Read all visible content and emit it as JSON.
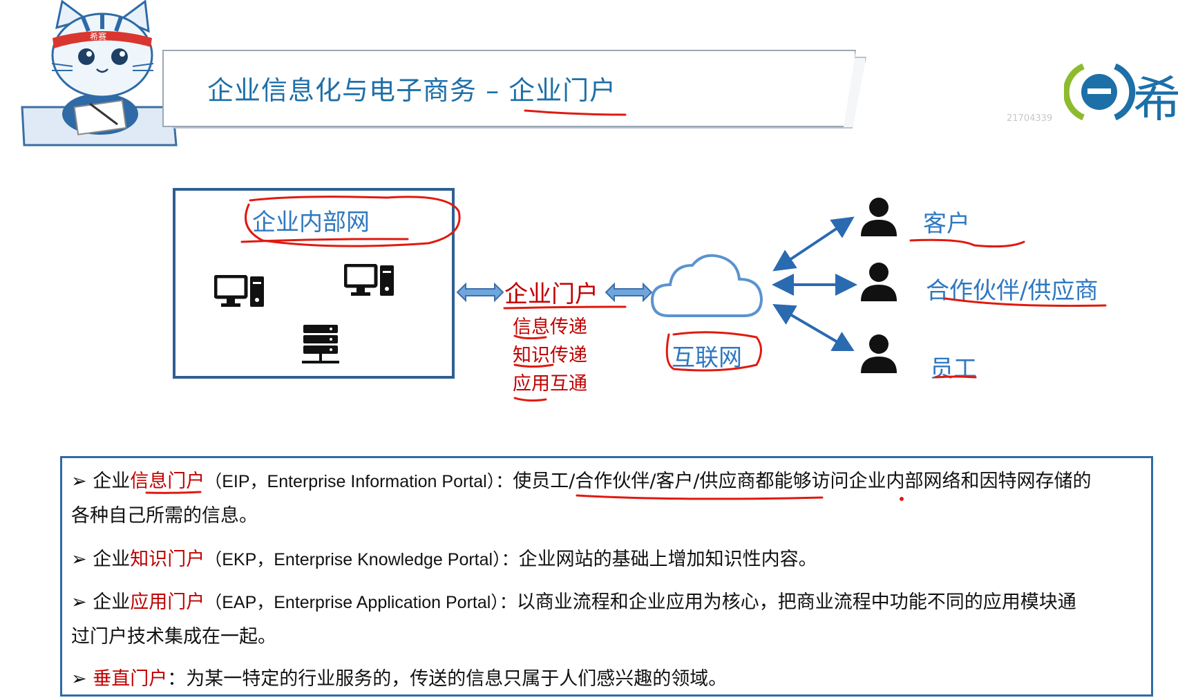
{
  "header": {
    "title_prefix": "企业信息化与电子商务 – ",
    "title_highlight": "企业门户",
    "mascot_band": "希赛",
    "watermark": "21704339",
    "logo_text": "希"
  },
  "diagram": {
    "intranet_label": "企业内部网",
    "portal_label": "企业门户",
    "portal_functions": [
      "信息传递",
      "知识传递",
      "应用互通"
    ],
    "internet_label": "互联网",
    "users": [
      "客户",
      "合作伙伴/供应商",
      "员工"
    ],
    "icons": [
      "desktop-computer-icon",
      "server-icon",
      "cloud-icon",
      "person-icon"
    ]
  },
  "definitions": {
    "eip": {
      "prefix": "企业",
      "highlight": "信息门户",
      "abbr": "（EIP，Enterprise Information Portal）：",
      "desc_line1": "使员工/合作伙伴/客户/供应商都能够访问企业内部网络和因特网存储的",
      "desc_line2": "各种自己所需的信息。"
    },
    "ekp": {
      "prefix": "企业",
      "highlight": "知识门户",
      "abbr": "（EKP，Enterprise Knowledge Portal）：",
      "desc": "企业网站的基础上增加知识性内容。"
    },
    "eap": {
      "prefix": "企业",
      "highlight": "应用门户",
      "abbr": "（EAP，Enterprise Application Portal）：",
      "desc_line1": "以商业流程和企业应用为核心，把商业流程中功能不同的应用模块通",
      "desc_line2": "过门户技术集成在一起。"
    },
    "vertical": {
      "highlight": "垂直门户",
      "desc": "：为某一特定的行业服务的，传送的信息只属于人们感兴趣的领域。"
    }
  },
  "colors": {
    "accent_blue": "#1d6fa8",
    "highlight_red": "#c00000",
    "box_border": "#2e5f93"
  }
}
